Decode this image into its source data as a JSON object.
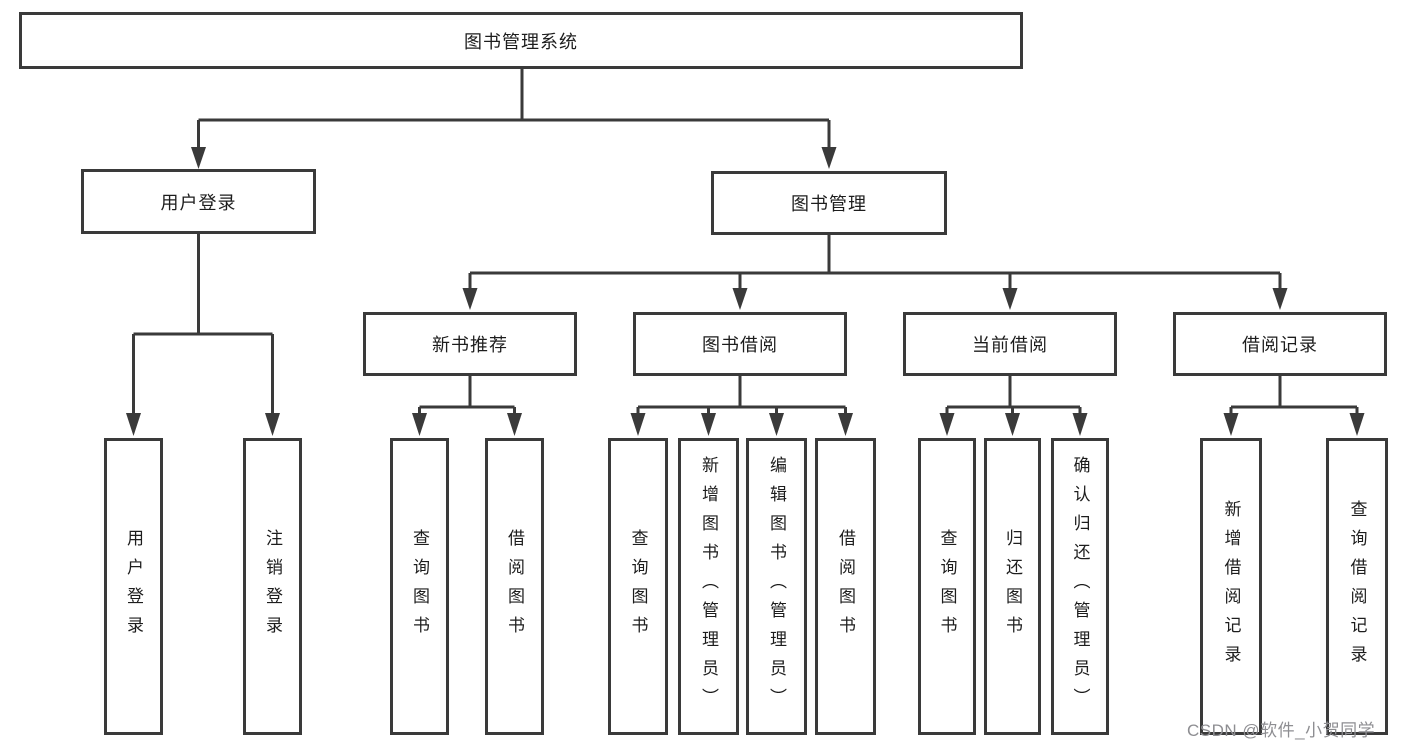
{
  "nodes": {
    "root": "图书管理系统",
    "user_login": "用户登录",
    "book_mgmt": "图书管理",
    "new_books": "新书推荐",
    "book_borrow": "图书借阅",
    "current_borrow": "当前借阅",
    "borrow_records": "借阅记录"
  },
  "leaves": {
    "user_login": [
      "用户登录",
      "注销登录"
    ],
    "new_books": [
      "查询图书",
      "借阅图书"
    ],
    "book_borrow": [
      "查询图书",
      "新增图书（管理员）",
      "编辑图书（管理员）",
      "借阅图书"
    ],
    "current_borrow": [
      "查询图书",
      "归还图书",
      "确认归还（管理员）"
    ],
    "borrow_records": [
      "新增借阅记录",
      "查询借阅记录"
    ]
  },
  "watermark": "CSDN @软件_小贺同学",
  "colors": {
    "line": "#3a3a3a",
    "border": "#3a3a3a",
    "text": "#1d1d1d",
    "watermark": "#8e8e92",
    "background": "#ffffff"
  }
}
